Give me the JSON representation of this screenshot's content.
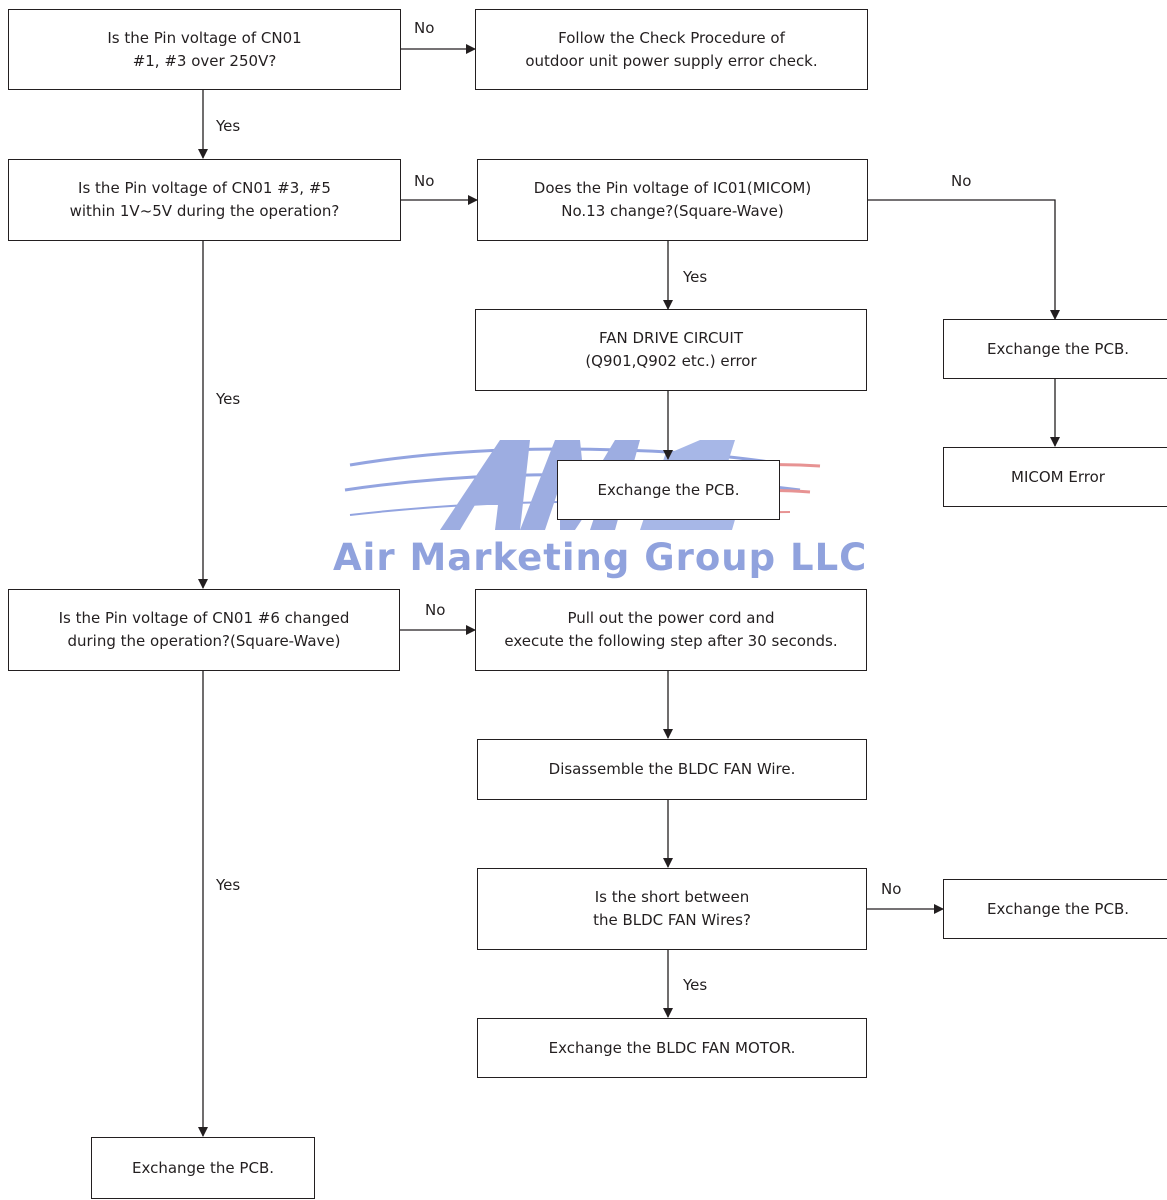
{
  "watermark": {
    "logo": "AMG",
    "text": "Air Marketing Group LLC"
  },
  "boxes": {
    "q1": "Is the Pin voltage of CN01\n#1, #3 over 250V?",
    "follow_check": "Follow the Check Procedure of\noutdoor unit power supply error check.",
    "q2": "Is the Pin voltage of CN01 #3, #5\nwithin 1V~5V during the operation?",
    "q3": "Does the Pin voltage of IC01(MICOM)\nNo.13 change?(Square-Wave)",
    "fan_drive_error": "FAN DRIVE CIRCUIT\n(Q901,Q902 etc.) error",
    "exchange_pcb_mid": "Exchange the PCB.",
    "exchange_pcb_right": "Exchange the PCB.",
    "micom_error": "MICOM Error",
    "q4": "Is the Pin voltage of CN01 #6 changed\nduring the operation?(Square-Wave)",
    "pull_cord": "Pull out the power cord and\nexecute the following step after 30 seconds.",
    "disassemble": "Disassemble the BLDC FAN Wire.",
    "q5": "Is the short between\nthe BLDC FAN Wires?",
    "exchange_pcb_short": "Exchange the PCB.",
    "exchange_motor": "Exchange the BLDC FAN MOTOR.",
    "exchange_pcb_bottom": "Exchange the PCB."
  },
  "labels": {
    "no_1": "No",
    "yes_1": "Yes",
    "no_2": "No",
    "no_3": "No",
    "yes_2": "Yes",
    "yes_3": "Yes",
    "no_4": "No",
    "yes_4": "Yes",
    "no_5": "No",
    "yes_5": "Yes"
  },
  "colors": {
    "line": "#231f20",
    "watermark_blue": "#6f86d6",
    "watermark_red": "#e07070"
  }
}
